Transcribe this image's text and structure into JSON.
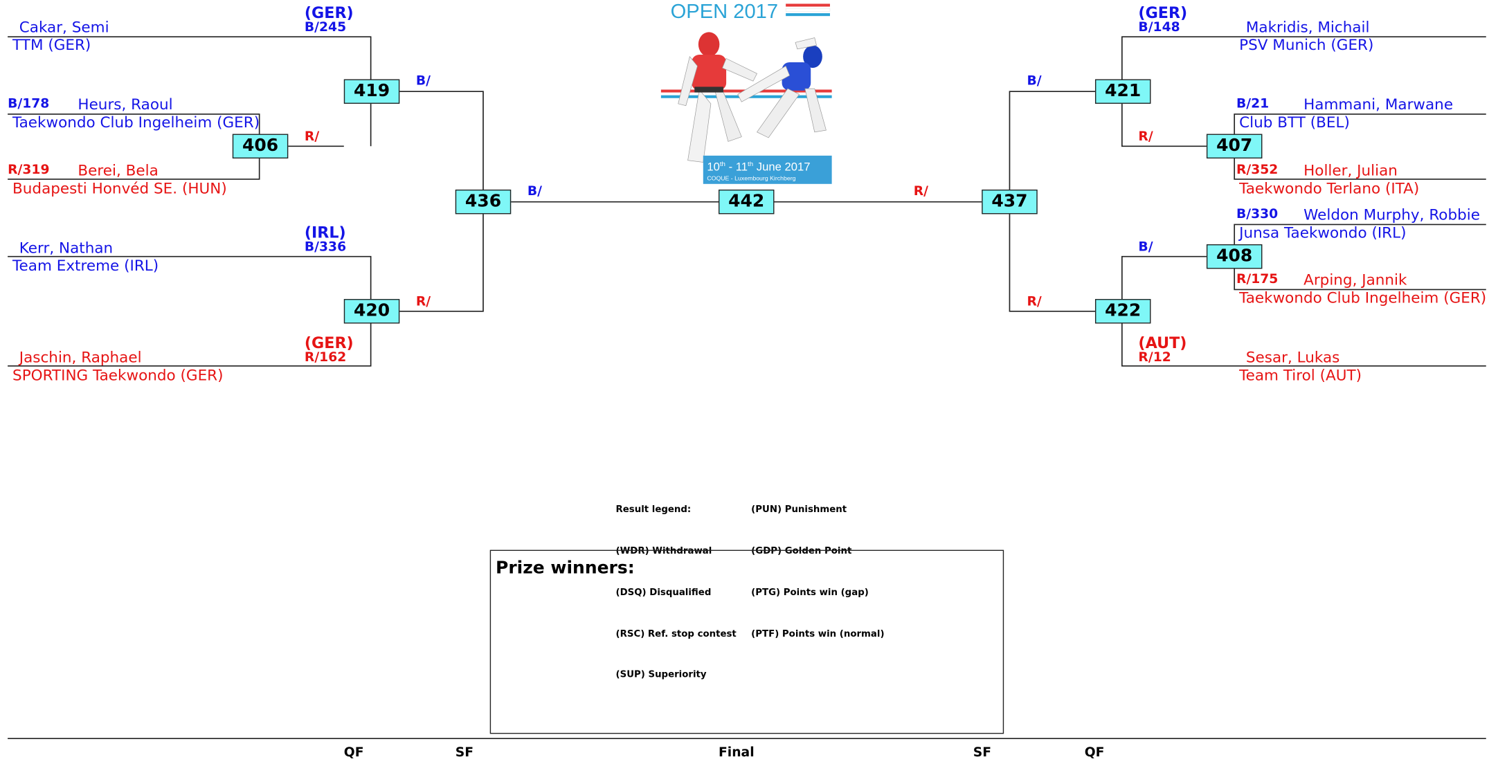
{
  "bracket": {
    "matches": {
      "m406": "406",
      "m407": "407",
      "m408": "408",
      "m419": "419",
      "m420": "420",
      "m421": "421",
      "m422": "422",
      "m436": "436",
      "m437": "437",
      "m442": "442"
    },
    "left": [
      {
        "name": "Cakar, Semi",
        "club": "TTM (GER)",
        "tag": "B/245",
        "nat": "(GER)"
      },
      {
        "name": "Heurs, Raoul",
        "club": "Taekwondo Club Ingelheim (GER)",
        "tag": "B/178"
      },
      {
        "name": "Berei, Bela",
        "club": "Budapesti Honvéd SE. (HUN)",
        "tag": "R/319"
      },
      {
        "name": "Kerr, Nathan",
        "club": "Team Extreme (IRL)",
        "tag": "B/336",
        "nat": "(IRL)"
      },
      {
        "name": "Jaschin, Raphael",
        "club": "SPORTING Taekwondo (GER)",
        "tag": "R/162",
        "nat": "(GER)"
      }
    ],
    "right": [
      {
        "name": "Makridis, Michail",
        "club": "PSV Munich (GER)",
        "tag": "B/148",
        "nat": "(GER)"
      },
      {
        "name": "Hammani, Marwane",
        "club": "Club BTT (BEL)",
        "tag": "B/21"
      },
      {
        "name": "Holler, Julian",
        "club": "Taekwondo Terlano (ITA)",
        "tag": "R/352"
      },
      {
        "name": "Weldon Murphy, Robbie",
        "club": "Junsa Taekwondo (IRL)",
        "tag": "B/330"
      },
      {
        "name": "Arping, Jannik",
        "club": "Taekwondo Club Ingelheim (GER)",
        "tag": "R/175"
      },
      {
        "name": "Sesar, Lukas",
        "club": "Team Tirol (AUT)",
        "tag": "R/12",
        "nat": "(AUT)"
      }
    ],
    "corner_blue": "B/",
    "corner_red": "R/"
  },
  "logo": {
    "title": "OPEN 2017",
    "date_day1": "10",
    "date_sup1": "th",
    "date_day2": "11",
    "date_sup2": "th",
    "date_month": "June 2017",
    "venue": "COQUE - Luxembourg Kirchberg"
  },
  "legend": {
    "col1": [
      "Result legend:",
      "(WDR) Withdrawal",
      "(DSQ) Disqualified",
      "(RSC) Ref. stop contest",
      "(SUP) Superiority"
    ],
    "col2": [
      "(PUN) Punishment",
      "(GDP) Golden Point",
      "(PTG) Points win (gap)",
      "(PTF) Points win (normal)"
    ]
  },
  "prize": {
    "title": "Prize winners:"
  },
  "rounds": {
    "qf_left": "QF",
    "sf_left": "SF",
    "final": "Final",
    "sf_right": "SF",
    "qf_right": "QF"
  },
  "colors": {
    "blue": "#1414e6",
    "red": "#e61414",
    "box": "#7ff7f7"
  }
}
